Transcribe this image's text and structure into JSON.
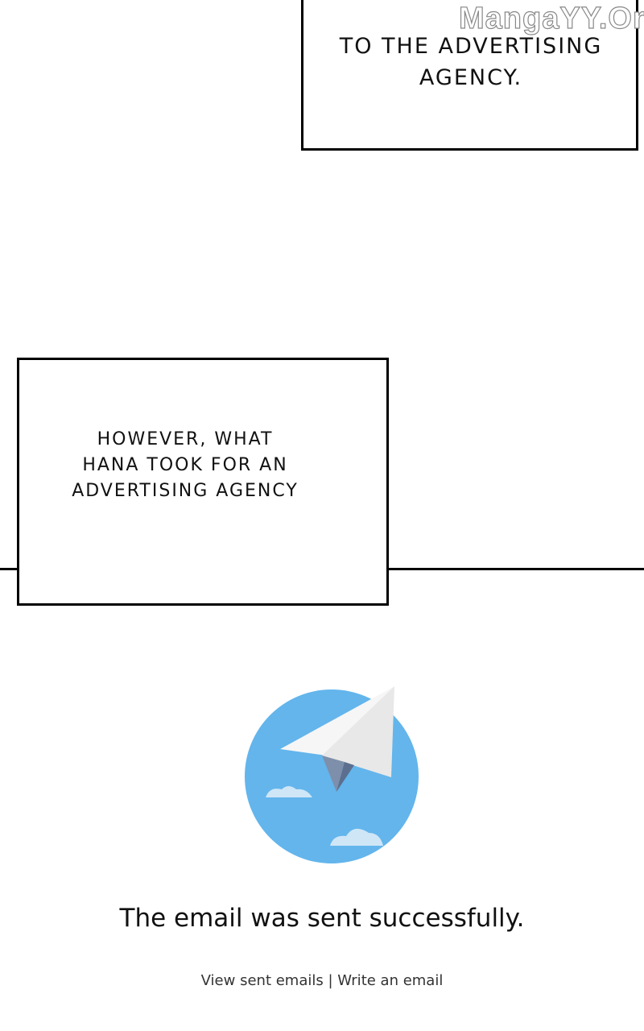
{
  "watermark": "MangaYY.Org",
  "panels": {
    "top_caption": "TO THE ADVERTISING AGENCY.",
    "middle_caption_lines": [
      "HOWEVER, WHAT",
      "HANA TOOK FOR AN",
      "ADVERTISING AGENCY"
    ]
  },
  "email_status": {
    "icon": "paper-plane-icon",
    "message": "The email was sent successfully.",
    "view_sent_label": "View sent emails",
    "separator": "|",
    "write_label": "Write an email"
  }
}
